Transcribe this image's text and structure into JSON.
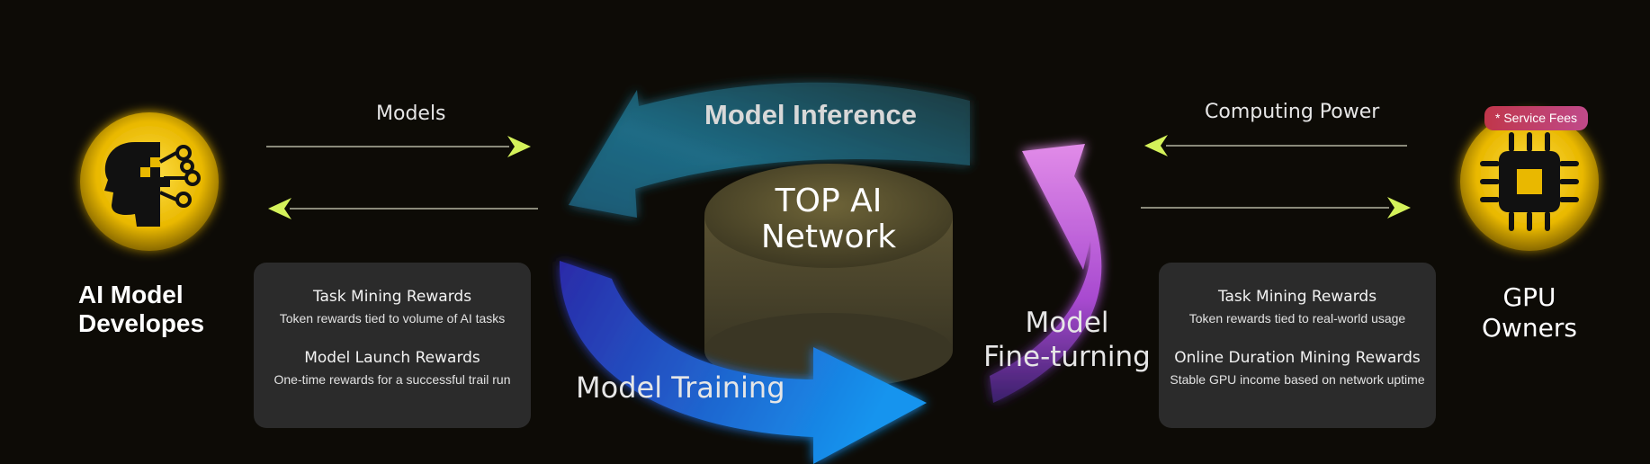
{
  "left_actor": {
    "name_line1": "AI Model",
    "name_line2": "Developes",
    "icon": "ai-head-icon"
  },
  "right_actor": {
    "name_line1": "GPU",
    "name_line2": "Owners",
    "icon": "gpu-chip-icon",
    "badge": "* Service Fees"
  },
  "left_flow": {
    "label": "Models"
  },
  "right_flow": {
    "label": "Computing Power"
  },
  "center": {
    "line1": "TOP AI",
    "line2": "Network"
  },
  "cycle": {
    "inference": "Model Inference",
    "training": "Model Training",
    "finetune_line1": "Model",
    "finetune_line2": "Fine-turning"
  },
  "left_rewards": [
    {
      "title": "Task Mining Rewards",
      "desc": "Token rewards tied to volume of AI tasks"
    },
    {
      "title": "Model Launch Rewards",
      "desc": "One-time rewards for a successful trail run"
    }
  ],
  "right_rewards": [
    {
      "title": "Task Mining Rewards",
      "desc": "Token rewards tied to real-world usage"
    },
    {
      "title": "Online Duration Mining Rewards",
      "desc": "Stable GPU income based on network uptime"
    }
  ],
  "colors": {
    "accent_arrow": "#d4f25a",
    "gold": "#f0c20c",
    "inference_arrow": "#1f6a84",
    "training_arrow": "#1e88e5",
    "finetune_arrow": "#b558d6"
  }
}
